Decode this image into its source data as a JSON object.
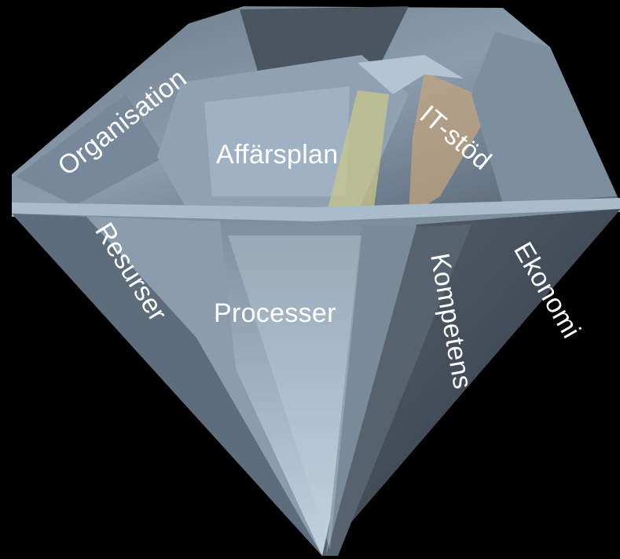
{
  "diagram": {
    "labels": {
      "organisation": "Organisation",
      "affarsplan": "Affärsplan",
      "it_stod": "IT-stöd",
      "resurser": "Resurser",
      "processer": "Processer",
      "kompetens": "Kompetens",
      "ekonomi": "Ekonomi"
    },
    "colors": {
      "background": "#000000",
      "facet_light": "#9fb2c3",
      "facet_mid": "#6f8292",
      "facet_dark": "#3d4853",
      "accent_yellow": "#c9c58a",
      "accent_peach": "#c8a57d",
      "label_text": "#ffffff"
    }
  }
}
